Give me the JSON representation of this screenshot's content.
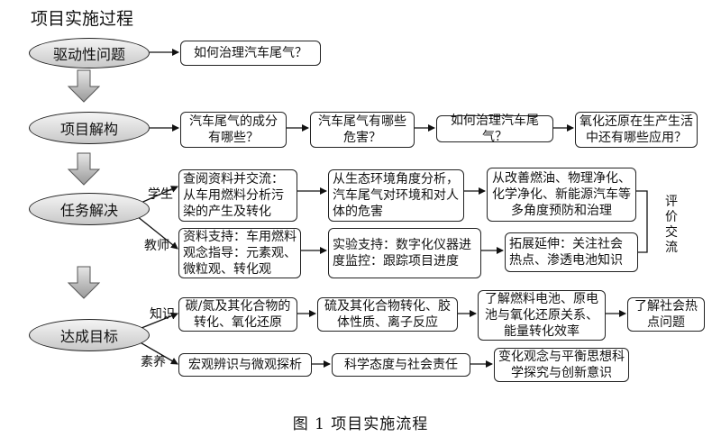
{
  "title": "项目实施过程",
  "caption": "图 1 项目实施流程",
  "stages": {
    "driving": "驱动性问题",
    "decompose": "项目解构",
    "tasks": "任务解决",
    "goals": "达成目标"
  },
  "driving_question": "如何治理汽车尾气？",
  "decompose_items": [
    "汽车尾气的成分有哪些？",
    "汽车尾气有哪些危害？",
    "如何治理汽车尾气？",
    "氧化还原在生产生活中还有哪些应用？"
  ],
  "labels": {
    "student": "学生",
    "teacher": "教师",
    "knowledge": "知识",
    "literacy": "素养",
    "evaluation": "评价交流"
  },
  "student_items": [
    "查阅资料并交流：从车用燃料分析污染的产生及转化",
    "从生态环境角度分析，汽车尾气对环境和对人体的危害",
    "从改善燃油、物理净化、化学净化、新能源汽车等多角度预防和治理"
  ],
  "teacher_items": [
    "资料支持：车用燃料观念指导：元素观、微粒观、转化观",
    "实验支持：数字化仪器进度监控：跟踪项目进度",
    "拓展延伸：关注社会热点、渗透电池知识"
  ],
  "knowledge_items": [
    "碳/氮及其化合物的转化、氧化还原",
    "硫及其化合物转化、胶体性质、离子反应",
    "了解燃料电池、原电池与氧化还原关系、能量转化效率",
    "了解社会热点问题"
  ],
  "literacy_items": [
    "宏观辨识与微观探析",
    "科学态度与社会责任",
    "变化观念与平衡思想科学探究与创新意识"
  ]
}
